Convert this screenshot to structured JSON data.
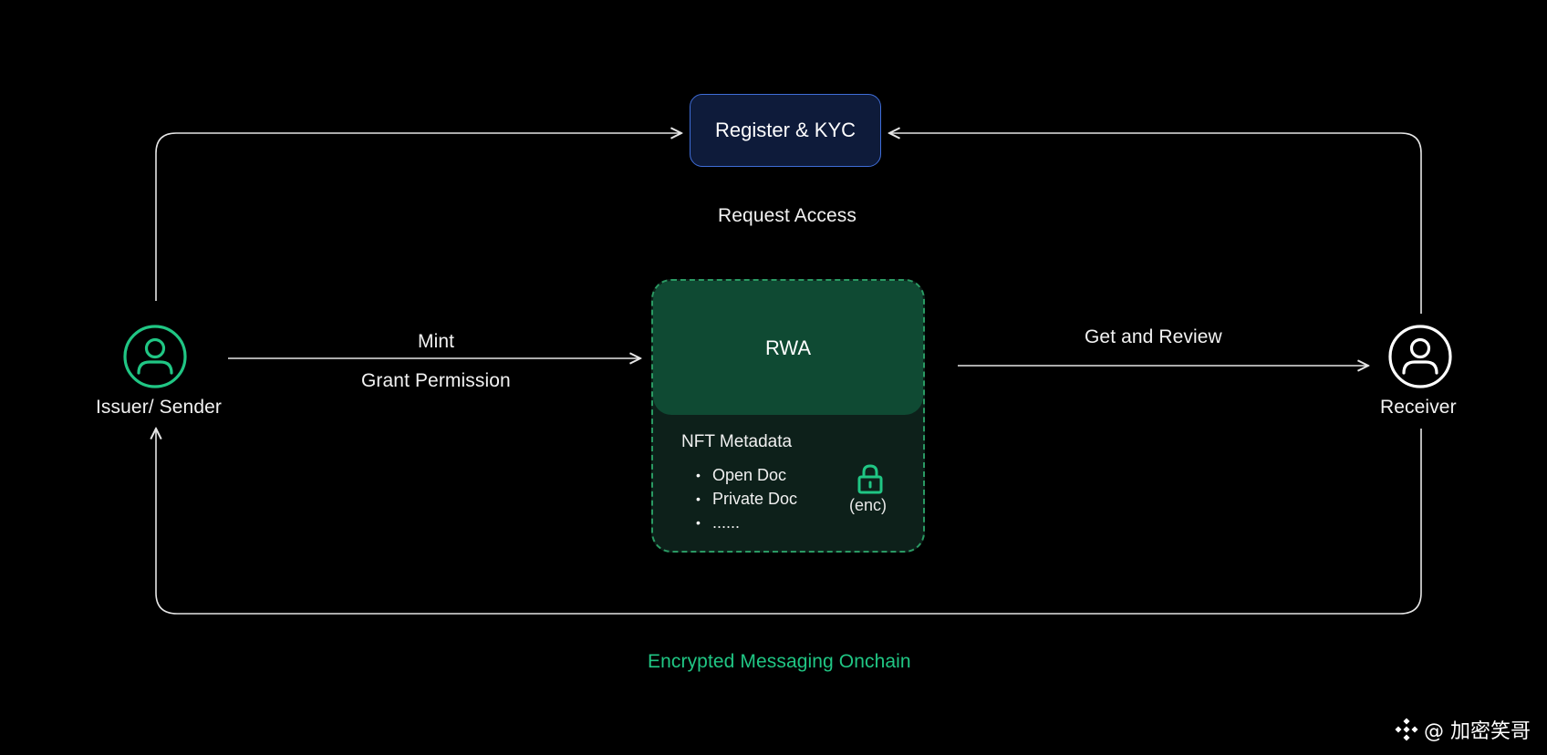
{
  "diagram": {
    "kyc_box": {
      "label": "Register & KYC"
    },
    "request_access": "Request Access",
    "rwa": {
      "title": "RWA",
      "metadata_title": "NFT Metadata",
      "metadata_items": [
        "Open Doc",
        "Private Doc",
        "......"
      ],
      "enc_label": "(enc)",
      "lock_icon": "lock-icon"
    },
    "issuer": {
      "label": "Issuer/ Sender",
      "icon": "user-icon"
    },
    "receiver": {
      "label": "Receiver",
      "icon": "user-icon"
    },
    "edges": {
      "mint": "Mint",
      "grant": "Grant Permission",
      "get_review": "Get and Review"
    },
    "footer": "Encrypted Messaging Onchain"
  },
  "watermark": {
    "icon": "binance-logo-icon",
    "text": "@ 加密笑哥"
  },
  "colors": {
    "background": "#000000",
    "accent_green": "#20c684",
    "kyc_border": "#3f6dd8",
    "rwa_head": "#0f4a33",
    "line": "#e6e6e6"
  }
}
